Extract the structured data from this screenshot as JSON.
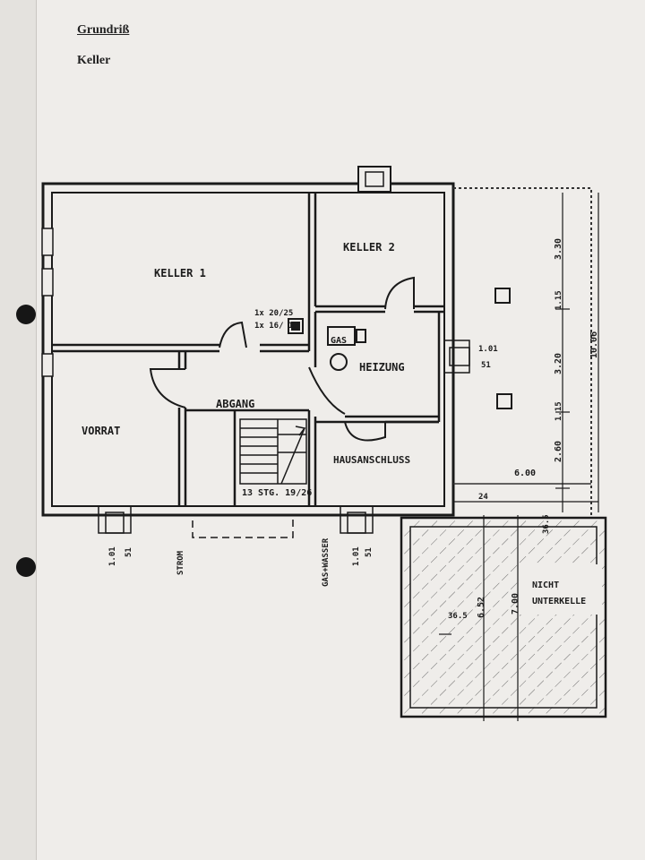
{
  "document": {
    "title": "Grundriß",
    "subtitle": "Keller"
  },
  "rooms": {
    "keller1": "KELLER 1",
    "keller2": "KELLER 2",
    "vorrat": "VORRAT",
    "abgang": "ABGANG",
    "heizung": "HEIZUNG",
    "hausanschluss": "HAUSANSCHLUSS",
    "gas": "GAS",
    "nicht_unterkellert_1": "NICHT",
    "nicht_unterkellert_2": "UNTERKELLE"
  },
  "annotations": {
    "stairs": "13 STG. 19/26",
    "flue_1": "1x 20/25",
    "flue_2": "1x 16/ 14",
    "strom": "STROM",
    "gas_wasser": "GAS+WASSER",
    "window_left_1": "1.01",
    "window_left_2": "51",
    "window_mid_1": "1.01",
    "window_mid_2": "51",
    "window_right_1": "1.01",
    "window_right_2": "51"
  },
  "dimensions": {
    "d_330": "3.30",
    "d_115a": "1.15",
    "d_320": "3.20",
    "d_1006": "10.06",
    "d_115b": "1.15",
    "d_260": "2.60",
    "d_600": "6.00",
    "d_24": "24",
    "d_365a": "36.5",
    "d_652": "6.52",
    "d_700": "7.00",
    "d_365b": "36.5"
  }
}
